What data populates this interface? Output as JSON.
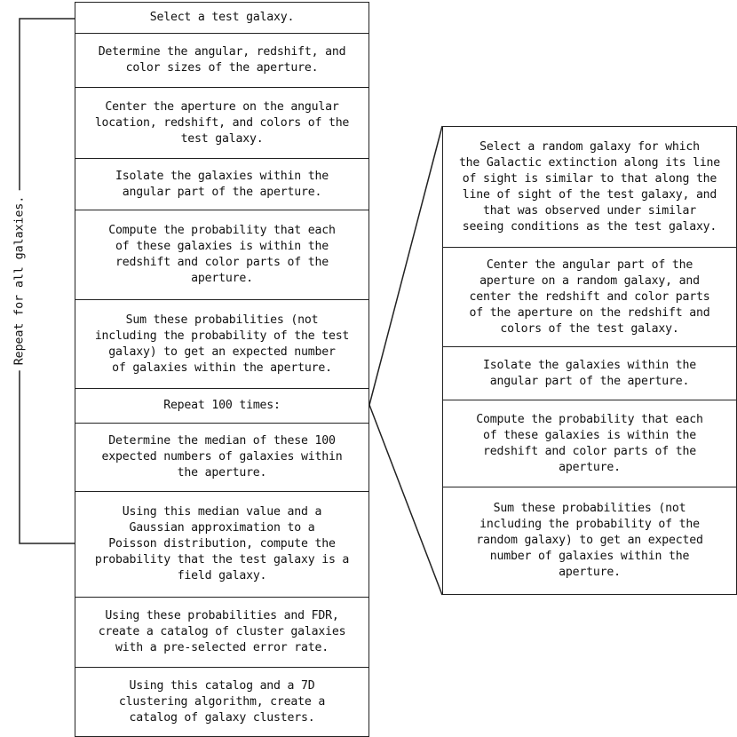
{
  "left_steps": [
    "Select a test galaxy.",
    "Determine the angular, redshift, and\ncolor sizes of the aperture.",
    "Center the aperture on the angular\nlocation, redshift, and colors of the\ntest galaxy.",
    "Isolate the galaxies within the\nangular part of the aperture.",
    "Compute the probability that each\nof these galaxies is within the\nredshift and color parts of the\naperture.",
    "Sum these probabilities (not\nincluding the probability of the test\ngalaxy) to get an expected number\nof galaxies within the aperture.",
    "Repeat 100 times:",
    "Determine the median of these 100\nexpected numbers of galaxies within\nthe aperture.",
    "Using this median value and a\nGaussian approximation to a\nPoisson distribution, compute the\nprobability that the test galaxy is a\nfield galaxy.",
    "Using these probabilities and FDR,\ncreate a catalog of cluster galaxies\nwith a pre-selected error rate.",
    "Using this catalog and a 7D\nclustering algorithm, create a\ncatalog of galaxy clusters."
  ],
  "right_steps": [
    "Select a random galaxy for which\nthe Galactic extinction along its line\nof sight is similar to that along the\nline of sight of the test galaxy, and\nthat was observed under similar\nseeing conditions as the test galaxy.",
    "Center the angular part of the\naperture on a random galaxy, and\ncenter the redshift and color parts\nof the aperture on the redshift and\ncolors of the test galaxy.",
    "Isolate the galaxies within the\nangular part of the aperture.",
    "Compute the probability that each\nof these galaxies is within the\nredshift and color parts of the\naperture.",
    "Sum these probabilities (not\nincluding the probability of the\nrandom galaxy) to get an expected\nnumber of galaxies within the\naperture."
  ],
  "repeat_all_label": "Repeat for all galaxies.",
  "colors": {
    "stroke": "#222222",
    "text": "#111111",
    "background": "#ffffff"
  }
}
